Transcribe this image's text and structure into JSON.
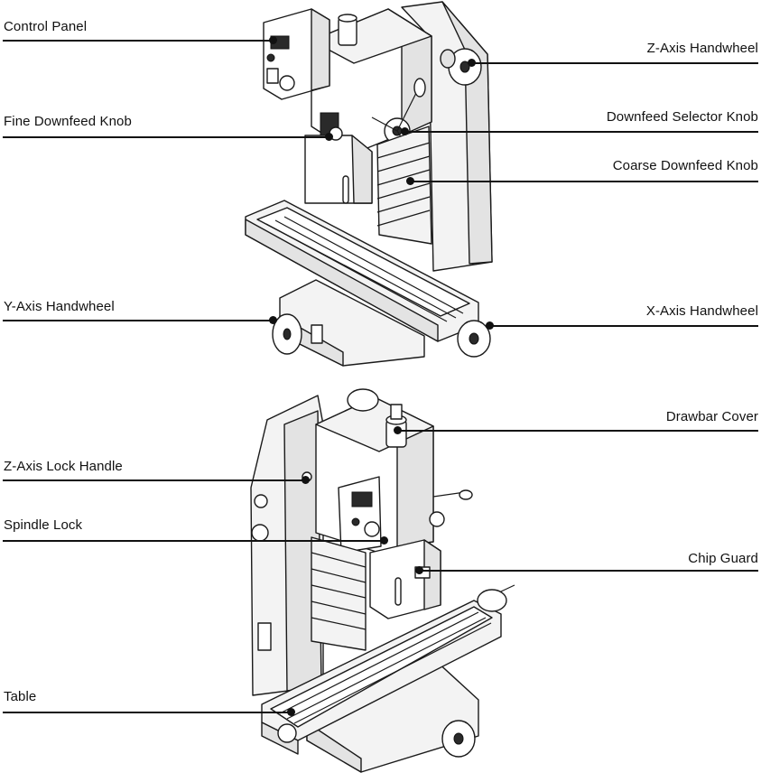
{
  "labels": {
    "control_panel": "Control Panel",
    "fine_downfeed_knob": "Fine Downfeed Knob",
    "y_axis_handwheel": "Y-Axis Handwheel",
    "z_axis_handwheel": "Z-Axis Handwheel",
    "downfeed_selector_knob": "Downfeed Selector Knob",
    "coarse_downfeed_knob": "Coarse Downfeed Knob",
    "x_axis_handwheel": "X-Axis Handwheel",
    "z_axis_lock_handle": "Z-Axis Lock Handle",
    "spindle_lock": "Spindle Lock",
    "table": "Table",
    "drawbar_cover": "Drawbar Cover",
    "chip_guard": "Chip Guard"
  },
  "colors": {
    "line": "#111111",
    "body_fill": "#f3f3f3",
    "shade_fill": "#e3e3e3"
  },
  "illustrations": {
    "top_view": "mill-front-view-illustration",
    "bottom_view": "mill-rear-view-illustration"
  }
}
